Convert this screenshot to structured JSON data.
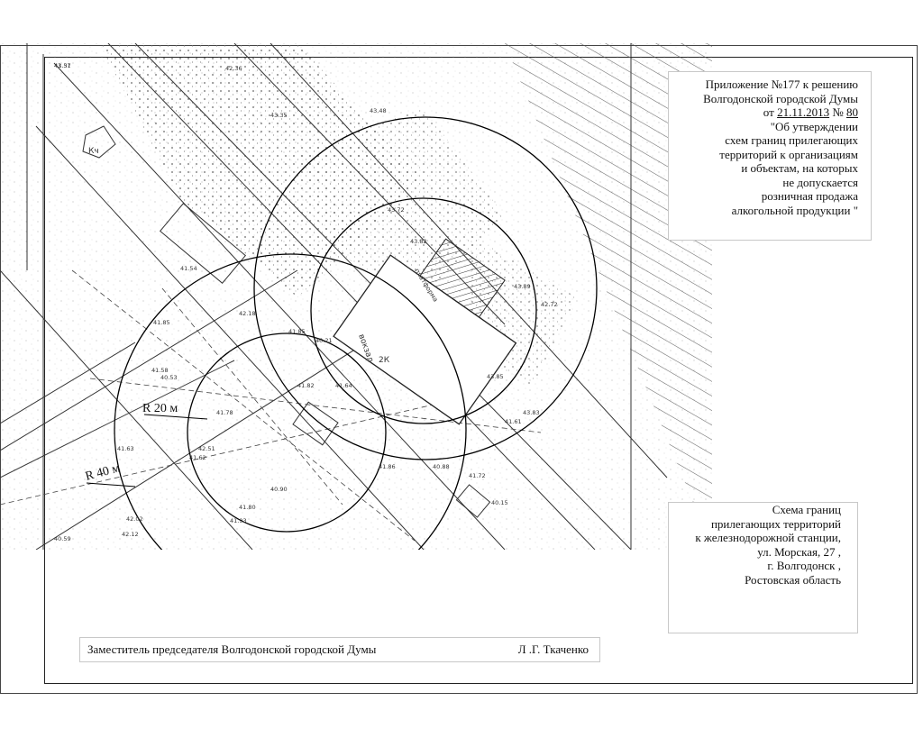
{
  "annex": {
    "line1": "Приложение №177 к решению",
    "line2": "Волгодонской городской Думы",
    "line3_prefix": "от ",
    "date": "21.11.2013",
    "number_prefix": " № ",
    "number": "80",
    "line4": "\"Об утверждении",
    "line5": "схем границ прилегающих",
    "line6": "территорий к организациям",
    "line7": "и объектам, на которых",
    "line8": "не допускается",
    "line9": "розничная продажа",
    "line10": "алкогольной продукции \""
  },
  "scheme": {
    "line1": "Схема границ",
    "line2": "прилегающих территорий",
    "line3": "к   железнодорожной станции,",
    "line4": "ул. Морская, 27 ,",
    "line5": "г. Волгодонск ,",
    "line6": "Ростовская область"
  },
  "signature": {
    "position": "Заместитель председателя Волгодонской городской Думы",
    "name": "Л   .Г. Ткаченко"
  },
  "map": {
    "radius_small": "R 20 м",
    "radius_large": "R 40 м",
    "building_label": "вокзал",
    "building_floors": "2К",
    "kiosk": "Кч",
    "platform": "платформа",
    "spot_heights": [
      "43.37",
      "42.36",
      "43.35",
      "43.48",
      "43.72",
      "43.82",
      "42.72",
      "43.89",
      "43.85",
      "41.58",
      "40.53",
      "41.62",
      "41.82",
      "41.64",
      "41.80",
      "42.12",
      "41.93",
      "40.90",
      "40.88",
      "42.51",
      "41.78",
      "41.63",
      "41.85",
      "41.54",
      "40.59",
      "42.02",
      "41.86",
      "41.72",
      "40.15",
      "41.61",
      "43.83",
      "41.85",
      "42.18",
      "40.21",
      "41.51"
    ],
    "colors": {
      "line": "#333333",
      "circle": "#000000",
      "hatch": "#555555"
    }
  }
}
